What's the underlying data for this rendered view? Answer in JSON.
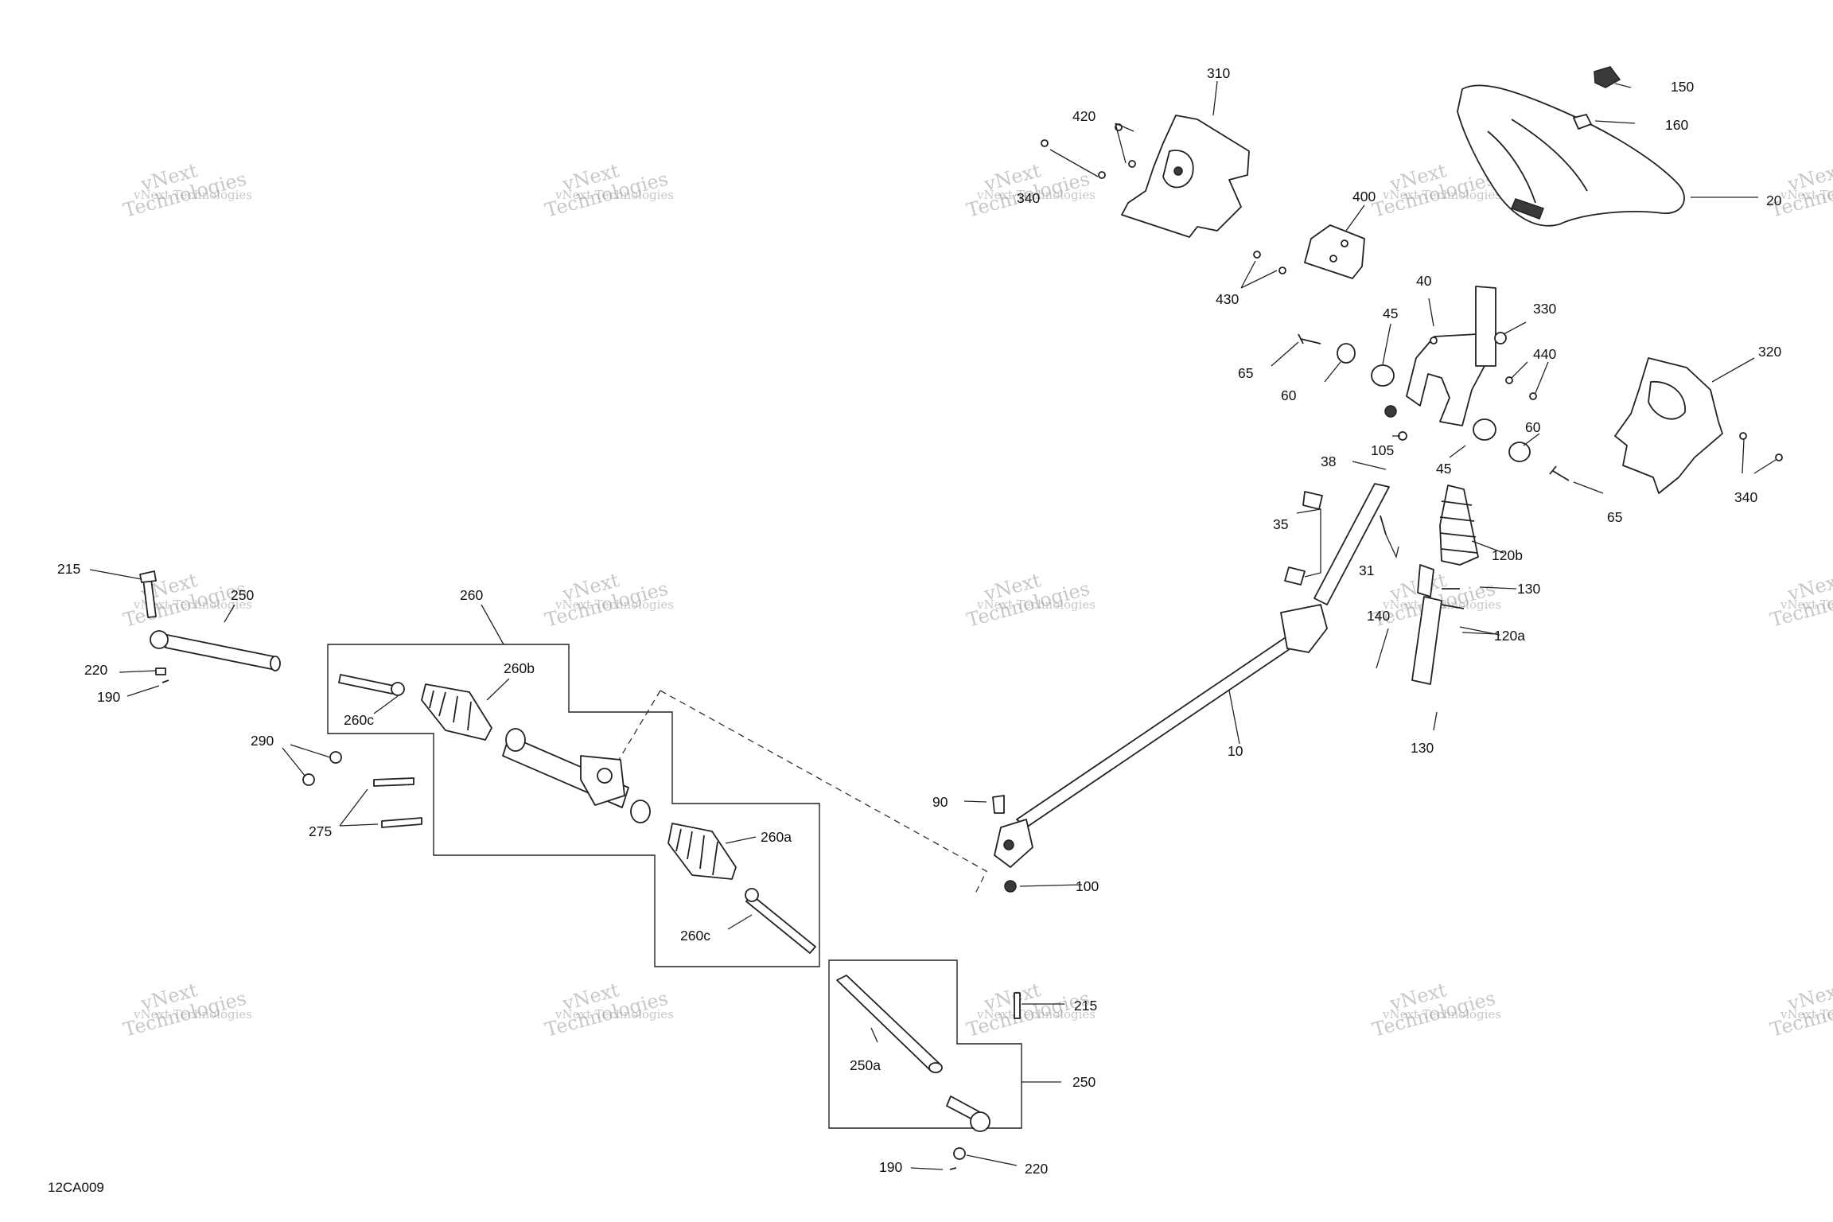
{
  "figure_id": "12CA009",
  "watermark": {
    "line1": "vNext",
    "line2": "Technologies",
    "line3": "vNext Technologies"
  },
  "callouts": {
    "c310": "310",
    "c420": "420",
    "c340a": "340",
    "c150": "150",
    "c160": "160",
    "c20": "20",
    "c400": "400",
    "c430": "430",
    "c40": "40",
    "c330": "330",
    "c45a": "45",
    "c440": "440",
    "c65a": "65",
    "c60a": "60",
    "c320": "320",
    "c105": "105",
    "c60b": "60",
    "c45b": "45",
    "c340b": "340",
    "c38": "38",
    "c65b": "65",
    "c35": "35",
    "c120b": "120b",
    "c31": "31",
    "c130a": "130",
    "c140": "140",
    "c120a": "120a",
    "c130b": "130",
    "c10": "10",
    "c215a": "215",
    "c250a": "250",
    "c220a": "220",
    "c190a": "190",
    "c260": "260",
    "c260b": "260b",
    "c260c1": "260c",
    "c290": "290",
    "c275": "275",
    "c90": "90",
    "c260a": "260a",
    "c100": "100",
    "c260c2": "260c",
    "c215b": "215",
    "c250a2": "250a",
    "c250b": "250",
    "c190b": "190",
    "c220b": "220"
  }
}
